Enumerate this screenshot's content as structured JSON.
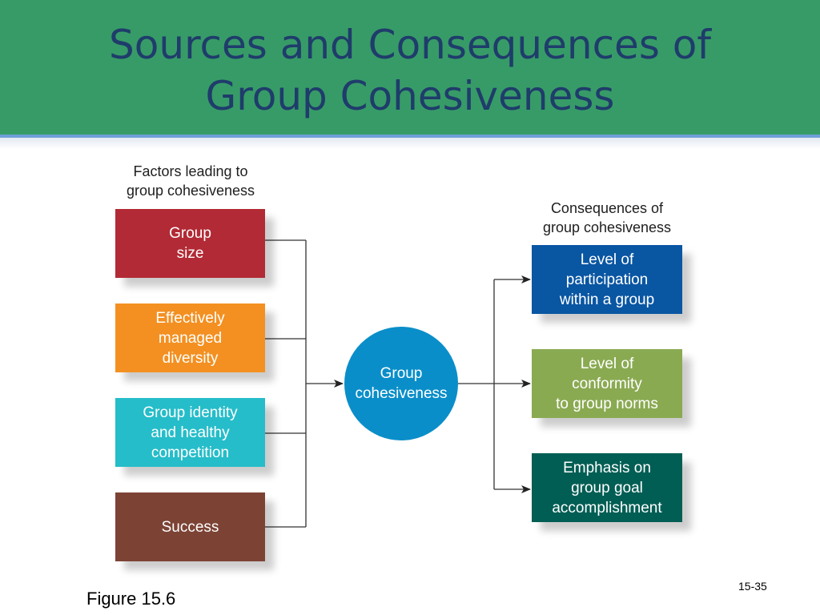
{
  "title": {
    "line1": "Sources and Consequences of",
    "line2": "Group Cohesiveness"
  },
  "factors_heading": {
    "line1": "Factors leading to",
    "line2": "group cohesiveness"
  },
  "consequences_heading": {
    "line1": "Consequences of",
    "line2": "group cohesiveness"
  },
  "factors": [
    {
      "lines": [
        "Group",
        "size"
      ],
      "color": "#b22a35"
    },
    {
      "lines": [
        "Effectively",
        "managed",
        "diversity"
      ],
      "color": "#f39021"
    },
    {
      "lines": [
        "Group identity",
        "and healthy",
        "competition"
      ],
      "color": "#25bdc9"
    },
    {
      "lines": [
        "Success"
      ],
      "color": "#7c4335"
    }
  ],
  "center": {
    "lines": [
      "Group",
      "cohesiveness"
    ],
    "color": "#0a8ec9"
  },
  "consequences": [
    {
      "lines": [
        "Level of",
        "participation",
        "within a group"
      ],
      "color": "#0956a3"
    },
    {
      "lines": [
        "Level of",
        "conformity",
        "to group norms"
      ],
      "color": "#8aaa52"
    },
    {
      "lines": [
        "Emphasis on",
        "group goal",
        "accomplishment"
      ],
      "color": "#015e54"
    }
  ],
  "caption": "Figure 15.6",
  "page_number": "15-35",
  "colors": {
    "header": "#379b67",
    "title_text": "#1f3c6b",
    "header_line": "#6f9fd8"
  }
}
